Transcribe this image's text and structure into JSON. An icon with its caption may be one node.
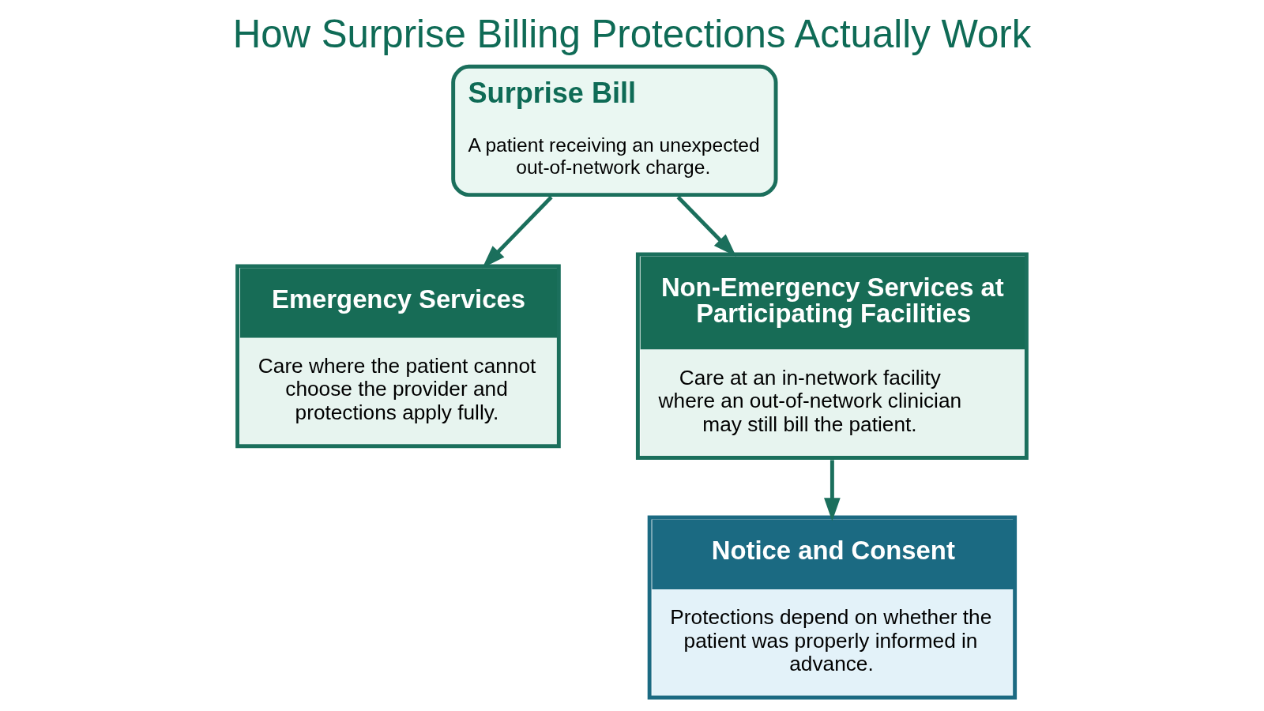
{
  "diagram": {
    "title": "How Surprise Billing Protections Actually Work",
    "nodes": [
      {
        "text": [
          "Surprise Bill",
          "A patient receiving an unexpected out-of-network charge."
        ]
      },
      {
        "text": [
          "Emergency Services",
          "Care where the patient cannot choose the provider and protections apply fully."
        ]
      },
      {
        "text": [
          "Non-Emergency Services at Participating Facilities",
          "Care at an in-network facility where an out-of-network clinician may still bill the patient."
        ]
      },
      {
        "text": [
          "Notice and Consent",
          "Protections depend on whether the patient was properly informed in advance."
        ]
      }
    ],
    "edges": [
      {
        "from": 0,
        "to": 1,
        "arrow": "to"
      },
      {
        "from": 0,
        "to": 2,
        "arrow": "to"
      },
      {
        "from": 2,
        "to": 3,
        "arrow": "to"
      }
    ]
  }
}
